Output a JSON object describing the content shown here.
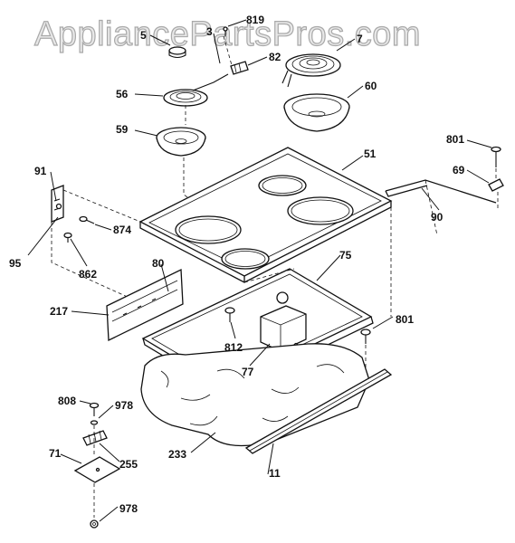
{
  "watermark": "AppliancePartsPros.com",
  "labels": {
    "p819": "819",
    "p5": "5",
    "p3": "3",
    "p82": "82",
    "p7": "7",
    "p56": "56",
    "p60": "60",
    "p59": "59",
    "p51": "51",
    "p801a": "801",
    "p69": "69",
    "p91": "91",
    "p90": "90",
    "p874": "874",
    "p95": "95",
    "p862": "862",
    "p75": "75",
    "p80": "80",
    "p217": "217",
    "p801b": "801",
    "p812": "812",
    "p77": "77",
    "p808": "808",
    "p978a": "978",
    "p71": "71",
    "p255": "255",
    "p233": "233",
    "p11": "11",
    "p978b": "978"
  }
}
